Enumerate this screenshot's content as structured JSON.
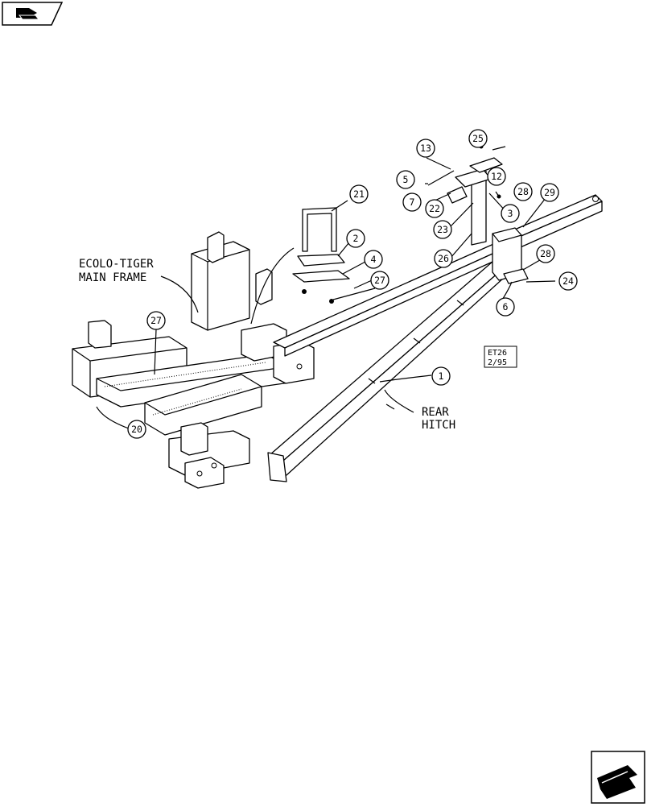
{
  "diagram": {
    "labels": {
      "main_frame": [
        "ECOLO-TIGER",
        "MAIN FRAME"
      ],
      "rear_hitch": [
        "REAR",
        "HITCH"
      ]
    },
    "stamp": [
      "ET26",
      "2/95"
    ],
    "callouts": [
      {
        "id": "c1",
        "label": "1"
      },
      {
        "id": "c2",
        "label": "2"
      },
      {
        "id": "c3",
        "label": "3"
      },
      {
        "id": "c4",
        "label": "4"
      },
      {
        "id": "c5",
        "label": "5"
      },
      {
        "id": "c6",
        "label": "6"
      },
      {
        "id": "c7",
        "label": "7"
      },
      {
        "id": "c12",
        "label": "12"
      },
      {
        "id": "c13",
        "label": "13"
      },
      {
        "id": "c20",
        "label": "20"
      },
      {
        "id": "c21",
        "label": "21"
      },
      {
        "id": "c22",
        "label": "22"
      },
      {
        "id": "c23",
        "label": "23"
      },
      {
        "id": "c24",
        "label": "24"
      },
      {
        "id": "c25",
        "label": "25"
      },
      {
        "id": "c26",
        "label": "26"
      },
      {
        "id": "c27a",
        "label": "27"
      },
      {
        "id": "c27b",
        "label": "27"
      },
      {
        "id": "c28a",
        "label": "28"
      },
      {
        "id": "c28b",
        "label": "28"
      },
      {
        "id": "c29",
        "label": "29"
      }
    ]
  },
  "nav": {
    "prev_icon": "book-page-back-icon",
    "next_icon": "page-forward-arrow-icon"
  }
}
